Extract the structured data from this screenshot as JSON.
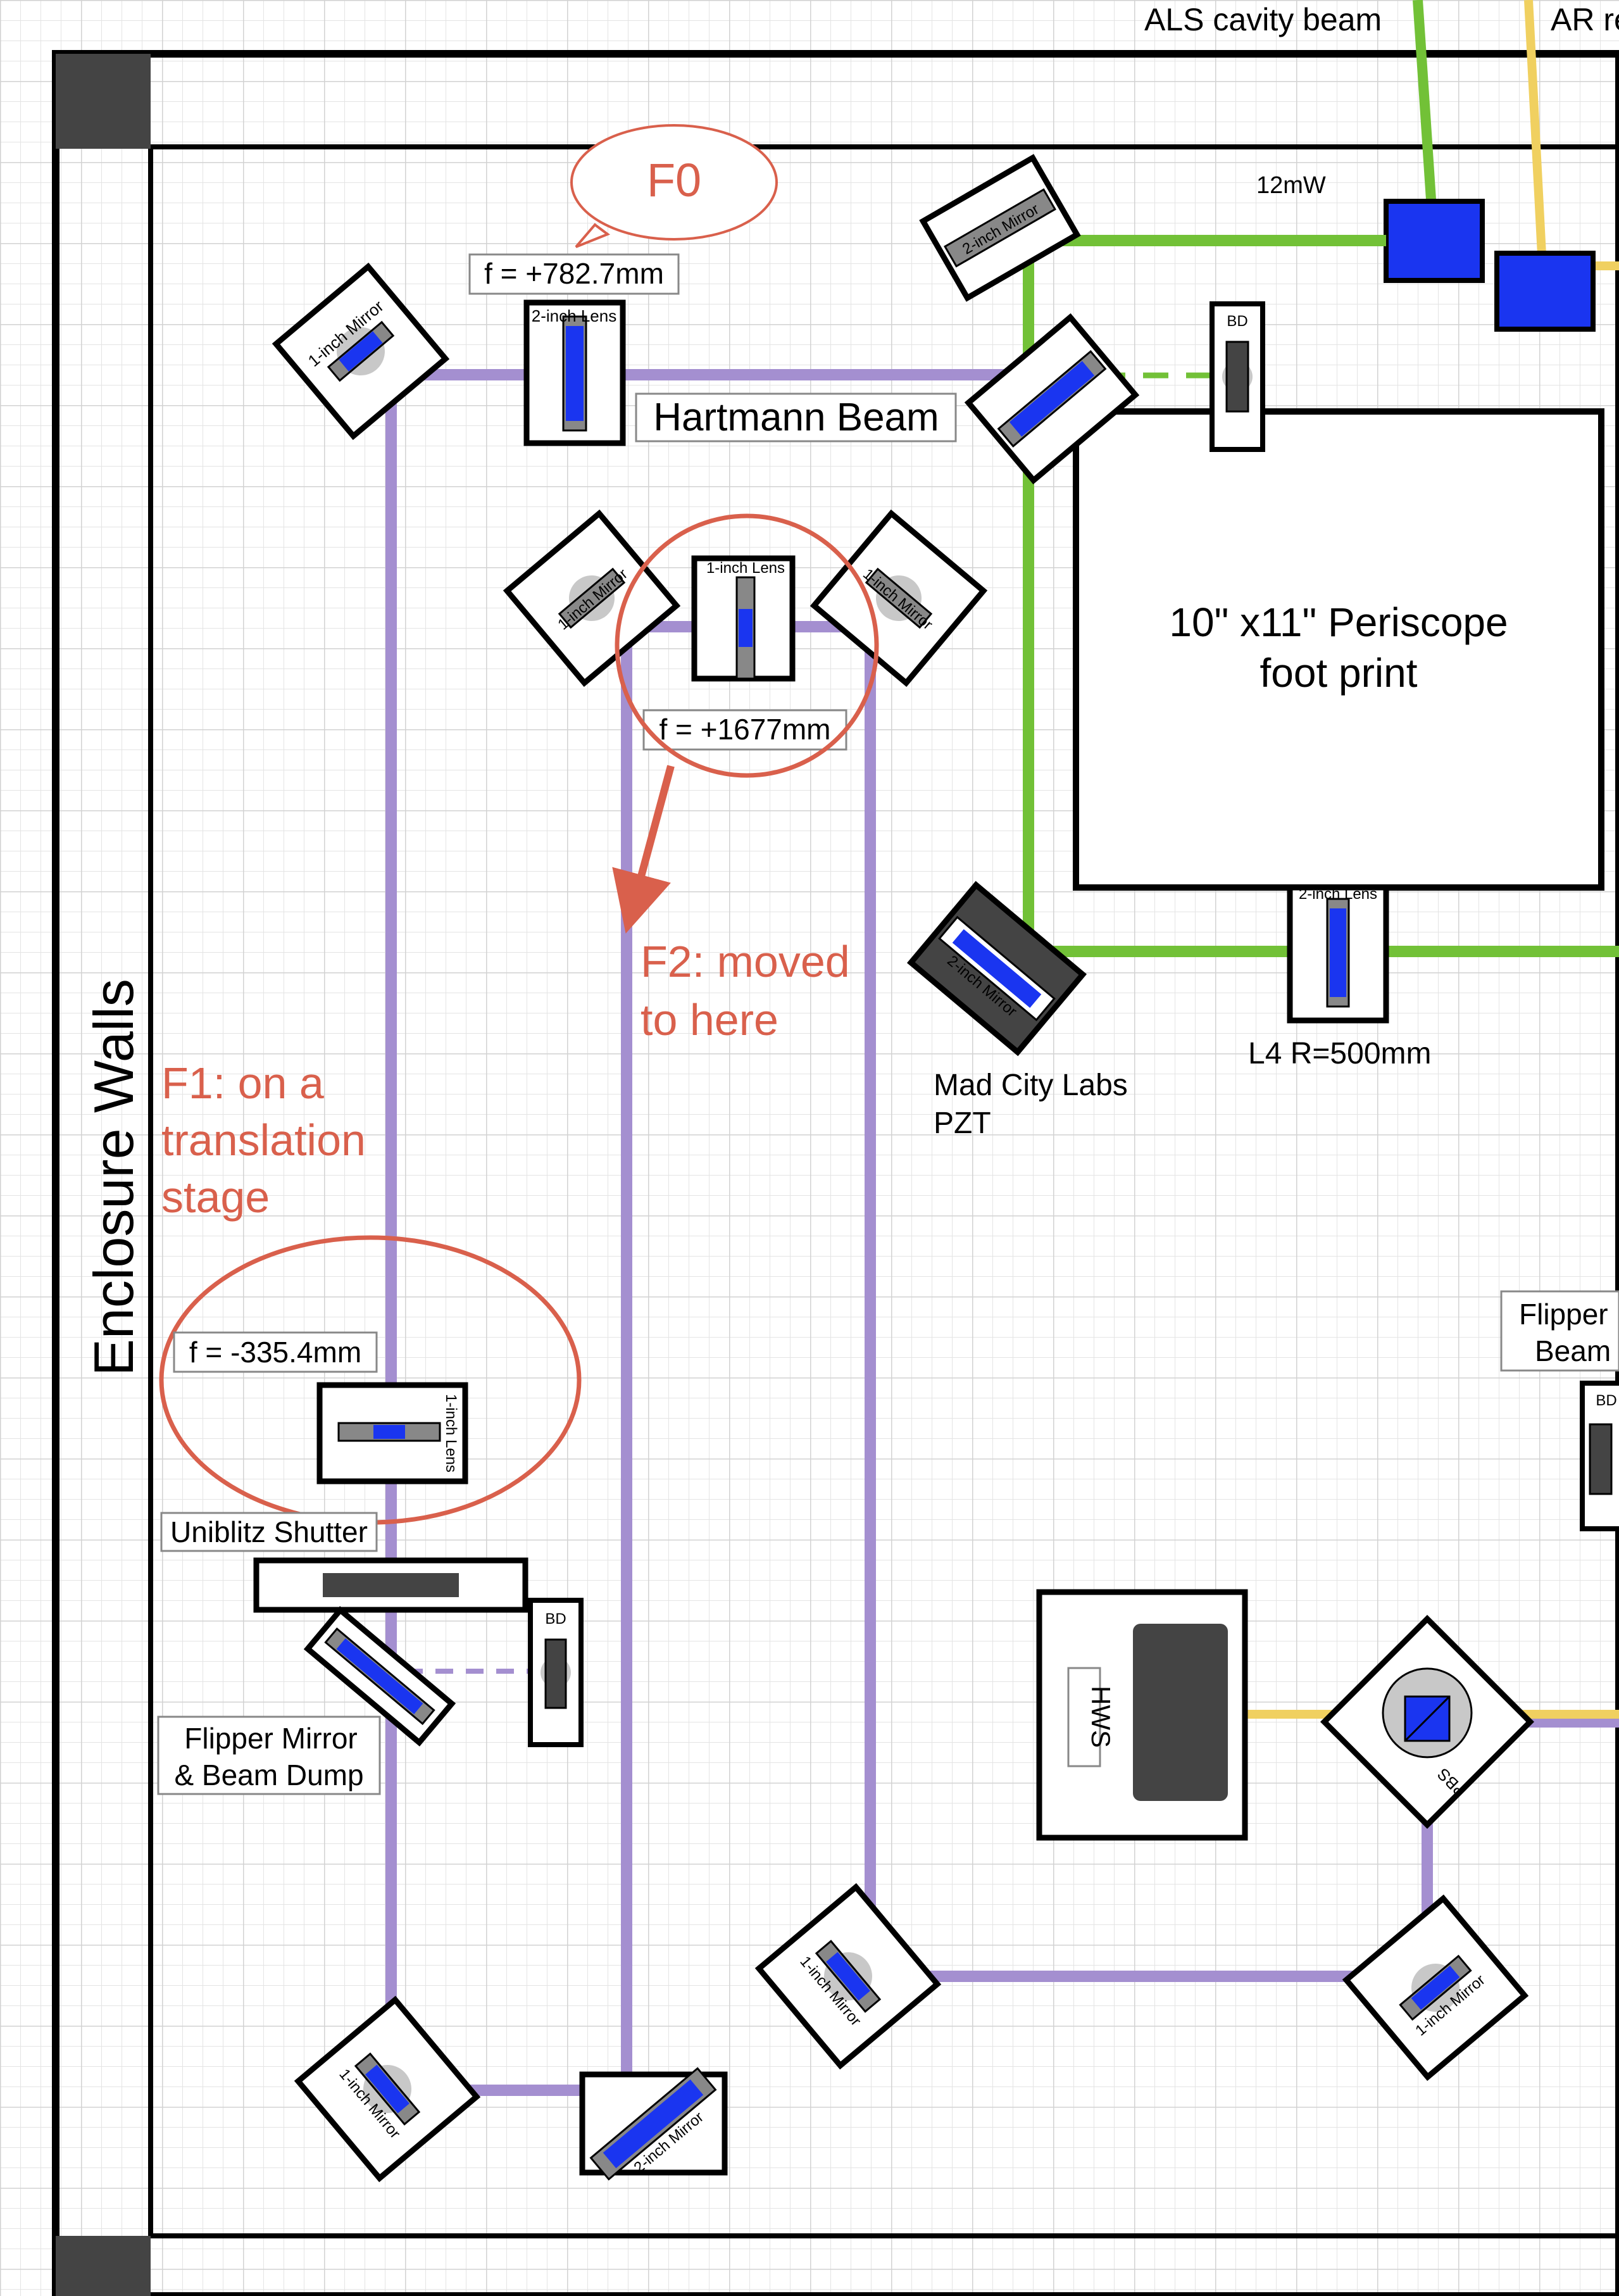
{
  "labels": {
    "als_cavity_beam": "ALS cavity beam",
    "ar_partial": "AR re",
    "power": "12mW",
    "f0": "F0",
    "lens_f_f0": "f = +782.7mm",
    "hartmann_beam": "Hartmann Beam",
    "lens_f_f2": "f = +1677mm",
    "f2_line1": "F2: moved",
    "f2_line2": "to here",
    "periscope_line1": "10\" x11\" Periscope",
    "periscope_line2": "foot print",
    "f1_line1": "F1: on a",
    "f1_line2": "translation",
    "f1_line3": "stage",
    "enclosure_walls": "Enclosure Walls",
    "lens_f_f1": "f = -335.4mm",
    "uniblitz": "Uniblitz Shutter",
    "flipper_line1": "Flipper Mirror",
    "flipper_line2": "& Beam Dump",
    "flipper_right_line1": "Flipper",
    "flipper_right_line2": "Beam",
    "mad_city_line1": "Mad City Labs",
    "mad_city_line2": "PZT",
    "l4": "L4 R=500mm",
    "hws": "HWS",
    "pbs": "PBS",
    "bd": "BD",
    "one_inch_mirror": "1-inch Mirror",
    "two_inch_mirror": "2-inch Mirror",
    "one_inch_lens": "1-inch Lens",
    "two_inch_lens": "2-inch Lens"
  },
  "colors": {
    "purple_beam": "#a48fd0",
    "green_beam": "#72c137",
    "yellow_beam": "#f0d060",
    "annotation_red": "#d9604c",
    "optic_blue": "#1a35f0",
    "grid": "#dcdcdc"
  }
}
